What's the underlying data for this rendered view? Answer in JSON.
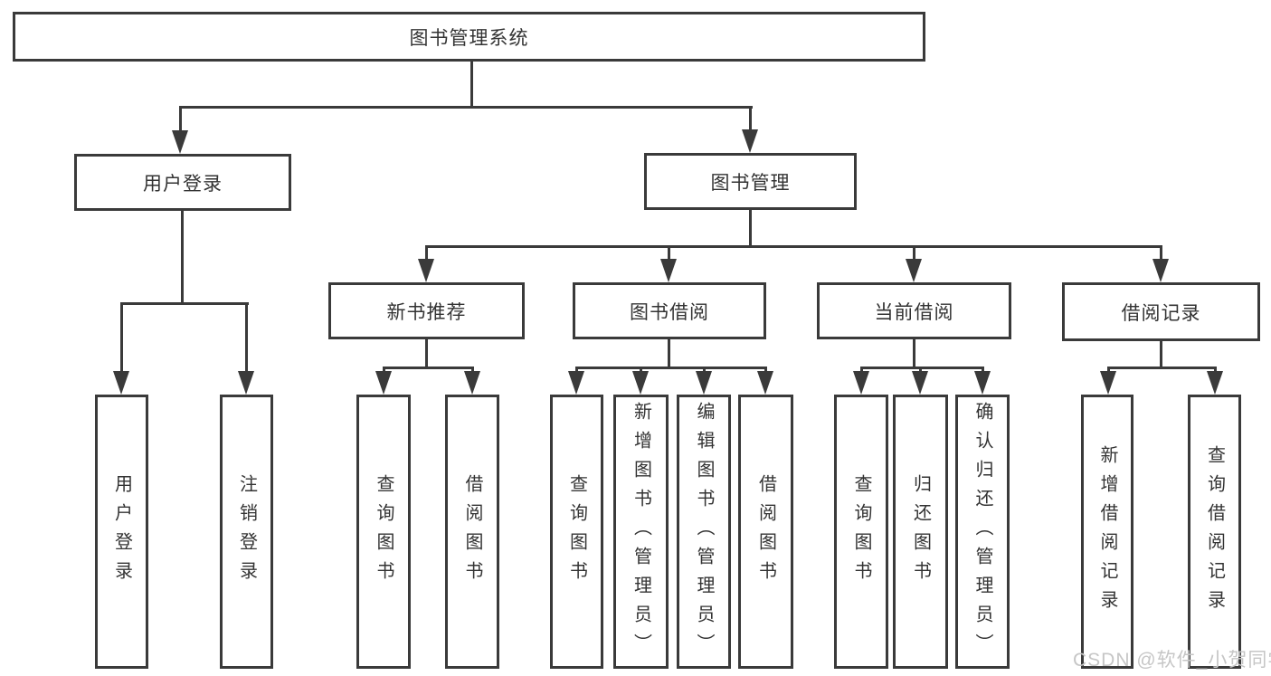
{
  "diagram": {
    "type": "tree",
    "title": "图书管理系统",
    "root": {
      "label": "图书管理系统",
      "children": [
        {
          "label": "用户登录",
          "children": [
            {
              "label": "用户登录"
            },
            {
              "label": "注销登录"
            }
          ]
        },
        {
          "label": "图书管理",
          "children": [
            {
              "label": "新书推荐",
              "children": [
                {
                  "label": "查询图书"
                },
                {
                  "label": "借阅图书"
                }
              ]
            },
            {
              "label": "图书借阅",
              "children": [
                {
                  "label": "查询图书"
                },
                {
                  "label": "新增图书（管理员）"
                },
                {
                  "label": "编辑图书（管理员）"
                },
                {
                  "label": "借阅图书"
                }
              ]
            },
            {
              "label": "当前借阅",
              "children": [
                {
                  "label": "查询图书"
                },
                {
                  "label": "归还图书"
                },
                {
                  "label": "确认归还（管理员）"
                }
              ]
            },
            {
              "label": "借阅记录",
              "children": [
                {
                  "label": "新增借阅记录"
                },
                {
                  "label": "查询借阅记录"
                }
              ]
            }
          ]
        }
      ]
    }
  },
  "watermark": {
    "text": "CSDN @软件_小贺同学"
  },
  "colors": {
    "line": "#3a3a3a",
    "text": "#333333",
    "watermark": "#c6c6c6",
    "background": "#ffffff"
  }
}
